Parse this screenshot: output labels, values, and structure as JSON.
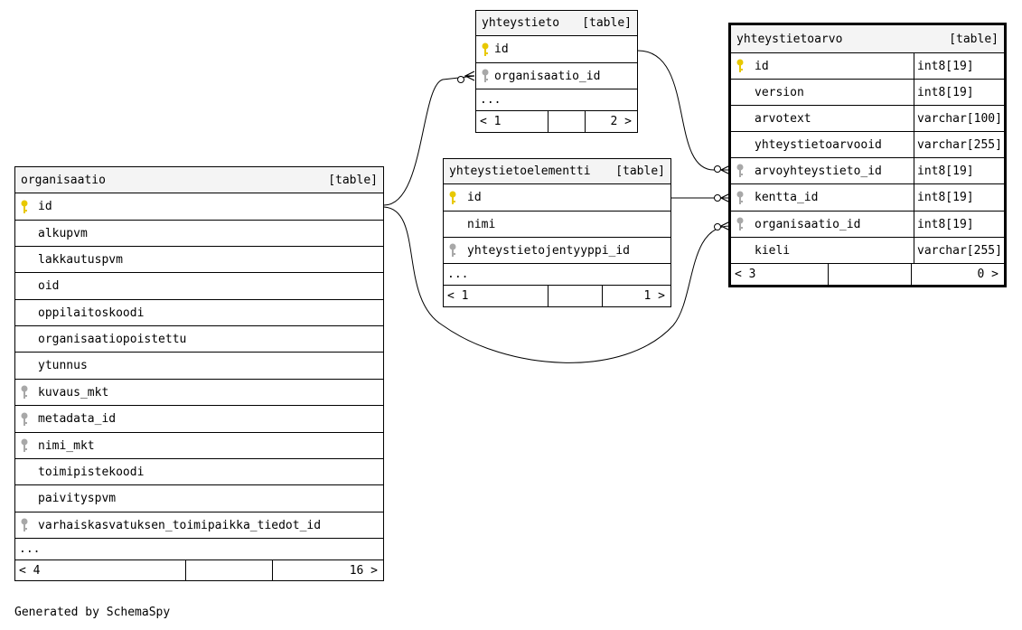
{
  "tables": {
    "yhteystieto": {
      "name": "yhteystieto",
      "tag": "[table]",
      "columns": [
        {
          "name": "id",
          "key": "primary"
        },
        {
          "name": "organisaatio_id",
          "key": "foreign"
        }
      ],
      "ellipsis": "...",
      "footer": {
        "left": "< 1",
        "right": "2 >"
      }
    },
    "yhteystietoelementti": {
      "name": "yhteystietoelementti",
      "tag": "[table]",
      "columns": [
        {
          "name": "id",
          "key": "primary"
        },
        {
          "name": "nimi",
          "key": "none"
        },
        {
          "name": "yhteystietojentyyppi_id",
          "key": "foreign"
        }
      ],
      "ellipsis": "...",
      "footer": {
        "left": "< 1",
        "right": "1 >"
      }
    },
    "yhteystietoarvo": {
      "name": "yhteystietoarvo",
      "tag": "[table]",
      "columns": [
        {
          "name": "id",
          "type": "int8[19]",
          "key": "primary"
        },
        {
          "name": "version",
          "type": "int8[19]",
          "key": "none"
        },
        {
          "name": "arvotext",
          "type": "varchar[100]",
          "key": "none"
        },
        {
          "name": "yhteystietoarvooid",
          "type": "varchar[255]",
          "key": "none"
        },
        {
          "name": "arvoyhteystieto_id",
          "type": "int8[19]",
          "key": "foreign"
        },
        {
          "name": "kentta_id",
          "type": "int8[19]",
          "key": "foreign"
        },
        {
          "name": "organisaatio_id",
          "type": "int8[19]",
          "key": "foreign"
        },
        {
          "name": "kieli",
          "type": "varchar[255]",
          "key": "none"
        }
      ],
      "footer": {
        "left": "< 3",
        "right": "0 >"
      }
    },
    "organisaatio": {
      "name": "organisaatio",
      "tag": "[table]",
      "columns": [
        {
          "name": "id",
          "key": "primary"
        },
        {
          "name": "alkupvm",
          "key": "none"
        },
        {
          "name": "lakkautuspvm",
          "key": "none"
        },
        {
          "name": "oid",
          "key": "none"
        },
        {
          "name": "oppilaitoskoodi",
          "key": "none"
        },
        {
          "name": "organisaatiopoistettu",
          "key": "none"
        },
        {
          "name": "ytunnus",
          "key": "none"
        },
        {
          "name": "kuvaus_mkt",
          "key": "foreign"
        },
        {
          "name": "metadata_id",
          "key": "foreign"
        },
        {
          "name": "nimi_mkt",
          "key": "foreign"
        },
        {
          "name": "toimipistekoodi",
          "key": "none"
        },
        {
          "name": "paivityspvm",
          "key": "none"
        },
        {
          "name": "varhaiskasvatuksen_toimipaikka_tiedot_id",
          "key": "foreign"
        }
      ],
      "ellipsis": "...",
      "footer": {
        "left": "< 4",
        "right": "16 >"
      }
    }
  },
  "colors": {
    "primary_key": "#e8c800",
    "foreign_key": "#a8a8a8",
    "header_bg": "#f4f4f4"
  },
  "generated_by": "Generated by SchemaSpy"
}
